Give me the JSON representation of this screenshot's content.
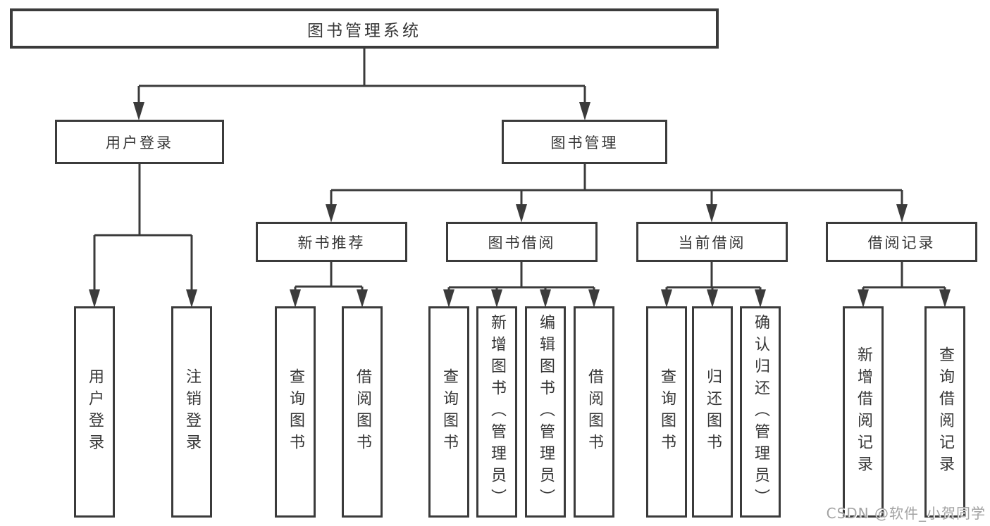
{
  "root": {
    "label": "图书管理系统"
  },
  "login": {
    "label": "用户登录",
    "children": [
      {
        "label": "用户登录"
      },
      {
        "label": "注销登录"
      }
    ]
  },
  "management": {
    "label": "图书管理",
    "sections": [
      {
        "label": "新书推荐",
        "children": [
          {
            "label": "查询图书"
          },
          {
            "label": "借阅图书"
          }
        ]
      },
      {
        "label": "图书借阅",
        "children": [
          {
            "label": "查询图书"
          },
          {
            "label": "新增图书（管理员）"
          },
          {
            "label": "编辑图书（管理员）"
          },
          {
            "label": "借阅图书"
          }
        ]
      },
      {
        "label": "当前借阅",
        "children": [
          {
            "label": "查询图书"
          },
          {
            "label": "归还图书"
          },
          {
            "label": "确认归还（管理员）"
          }
        ]
      },
      {
        "label": "借阅记录",
        "children": [
          {
            "label": "新增借阅记录"
          },
          {
            "label": "查询借阅记录"
          }
        ]
      }
    ]
  },
  "watermark": {
    "text": "CSDN @软件_小贺同学"
  },
  "colors": {
    "line": "#3b3b3b",
    "text": "#363636",
    "watermark": "#a2a2a2"
  }
}
